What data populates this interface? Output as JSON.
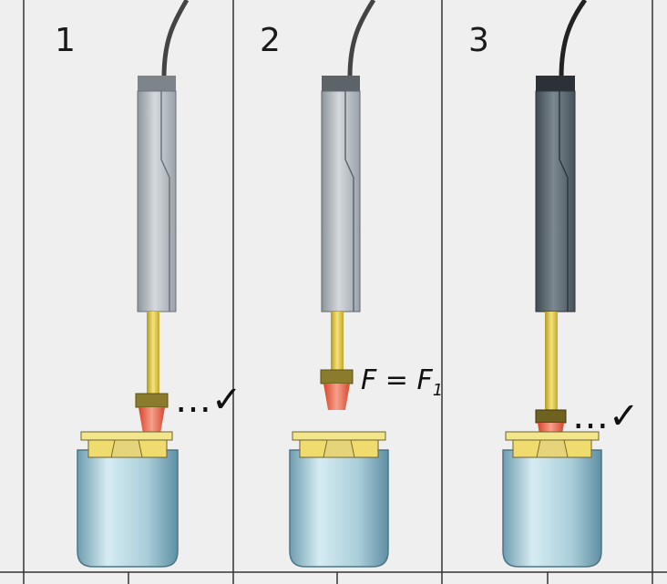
{
  "steps": [
    {
      "number": "1",
      "check": "…✓"
    },
    {
      "number": "2",
      "force_label": "F = F",
      "force_subscript": "1"
    },
    {
      "number": "3",
      "check": "…✓"
    }
  ],
  "colors": {
    "background": "#efefef",
    "probe_light": "#aeb6bd",
    "probe_dark": "#56626b",
    "stem_yellow": "#e6cd4a",
    "tip_red": "#e85a3c",
    "collar_olive": "#8a7c2c",
    "container_blue": "#a8ccd8",
    "lid_yellow": "#f3e68a"
  },
  "icons": [
    "cable-icon",
    "checkmark-icon"
  ]
}
